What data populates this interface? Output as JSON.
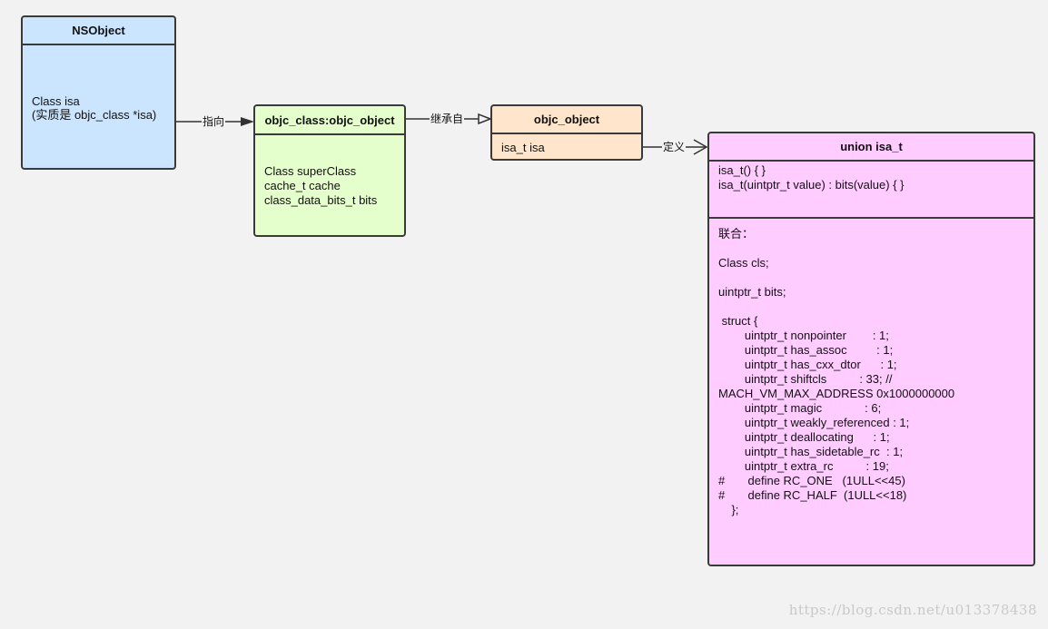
{
  "boxes": {
    "nsobject": {
      "title": "NSObject",
      "lines": [
        "Class isa",
        "(实质是 objc_class *isa)"
      ]
    },
    "objc_class": {
      "title": "objc_class:objc_object",
      "lines": [
        "Class superClass",
        "cache_t cache",
        "class_data_bits_t bits"
      ]
    },
    "objc_object": {
      "title": "objc_object",
      "lines": [
        "isa_t isa"
      ]
    },
    "isa_t": {
      "title": "union isa_t",
      "methods": [
        "isa_t() { }",
        "isa_t(uintptr_t value) : bits(value) { }"
      ],
      "body": [
        "联合：",
        "",
        "Class cls;",
        "",
        "uintptr_t bits;",
        "",
        " struct {",
        "        uintptr_t nonpointer        : 1;",
        "        uintptr_t has_assoc         : 1;",
        "        uintptr_t has_cxx_dtor      : 1;",
        "        uintptr_t shiftcls          : 33; //",
        "MACH_VM_MAX_ADDRESS 0x1000000000",
        "        uintptr_t magic             : 6;",
        "        uintptr_t weakly_referenced : 1;",
        "        uintptr_t deallocating      : 1;",
        "        uintptr_t has_sidetable_rc  : 1;",
        "        uintptr_t extra_rc          : 19;",
        "#       define RC_ONE   (1ULL<<45)",
        "#       define RC_HALF  (1ULL<<18)",
        "    };"
      ]
    }
  },
  "connectors": {
    "points_to": "指向",
    "inherits_from": "继承自",
    "defines": "定义"
  },
  "watermark": "https://blog.csdn.net/u013378438",
  "colors": {
    "nsobject": "#cce5ff",
    "objc_class": "#e5ffcc",
    "objc_object": "#ffe5cc",
    "isa_t": "#ffccff",
    "border": "#3a3a3a",
    "background": "#f2f2f2"
  }
}
